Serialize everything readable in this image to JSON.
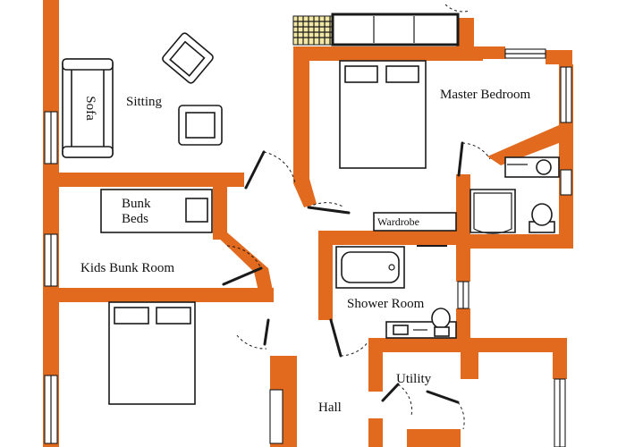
{
  "colors": {
    "wall": "#e16a1f",
    "line": "#1a1a1a",
    "tile": "#f3e7a6"
  },
  "labels": {
    "sofa": "Sofa",
    "sitting": "Sitting",
    "master_bedroom": "Master Bedroom",
    "bunk_beds_line1": "Bunk",
    "bunk_beds_line2": "Beds",
    "kids_bunk_room": "Kids Bunk Room",
    "wardrobe": "Wardrobe",
    "shower_room": "Shower Room",
    "utility": "Utility",
    "hall": "Hall"
  }
}
